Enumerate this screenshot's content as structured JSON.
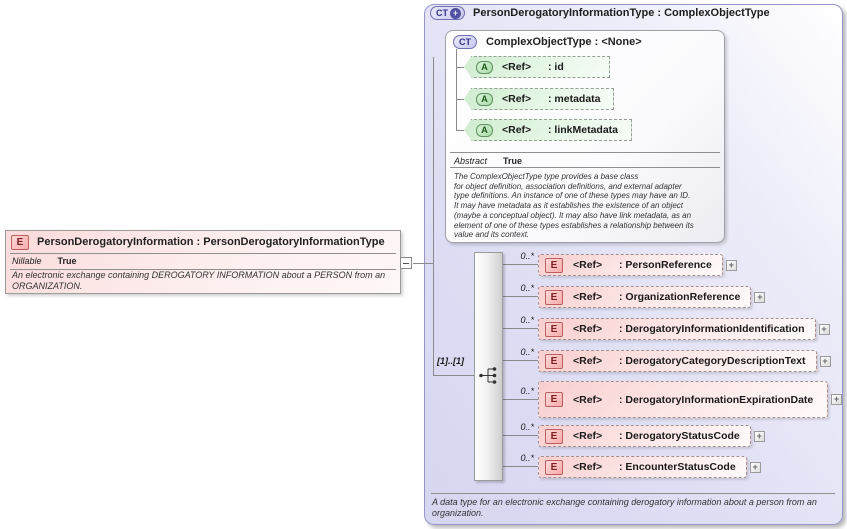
{
  "icons": {
    "element": "E",
    "attribute": "A",
    "complex_type": "CT",
    "plus": "+",
    "expand": "+"
  },
  "colors": {
    "container_fill": "#dbdbf3",
    "container_border": "#9595c8",
    "element_fill": "#f9cfcf",
    "attribute_fill": "#cfeccf",
    "type_icon_fill": "#c9c9ee",
    "line_gray": "#8a8a8a"
  },
  "left_element": {
    "title": "PersonDerogatoryInformation : PersonDerogatoryInformationType",
    "facet_label": "Nillable",
    "facet_value": "True",
    "annotation": "An electronic exchange containing DEROGATORY INFORMATION about a PERSON from an\nORGANIZATION."
  },
  "type_container": {
    "title": "PersonDerogatoryInformationType : ComplexObjectType",
    "sequence_label": "[1]..[1]",
    "annotation": "A data type for an electronic exchange containing derogatory information about a person from an\norganization."
  },
  "base_type": {
    "title": "ComplexObjectType : <None>",
    "facet_label": "Abstract",
    "facet_value": "True",
    "annotation": "The ComplexObjectType type provides a base class\nfor object definition, association definitions, and external adapter\ntype definitions. An instance of one of these types may have an ID.\nIt may have metadata as it establishes the existence of an object\n(maybe a conceptual object). It may also have link metadata, as an\nelement of one of these types establishes a relationship between its\nvalue and its context.",
    "attributes": [
      {
        "ref": "<Ref>",
        "name": ": id"
      },
      {
        "ref": "<Ref>",
        "name": ": metadata"
      },
      {
        "ref": "<Ref>",
        "name": ": linkMetadata"
      }
    ]
  },
  "elements": [
    {
      "cardinality": "0..*",
      "ref": "<Ref>",
      "name": ": PersonReference"
    },
    {
      "cardinality": "0..*",
      "ref": "<Ref>",
      "name": ": OrganizationReference"
    },
    {
      "cardinality": "0..*",
      "ref": "<Ref>",
      "name": ": DerogatoryInformationIdentification"
    },
    {
      "cardinality": "0..*",
      "ref": "<Ref>",
      "name": ": DerogatoryCategoryDescriptionText"
    },
    {
      "cardinality": "0..*",
      "ref": "<Ref>",
      "name": ": DerogatoryInformationExpirationDate"
    },
    {
      "cardinality": "0..*",
      "ref": "<Ref>",
      "name": ": DerogatoryStatusCode"
    },
    {
      "cardinality": "0..*",
      "ref": "<Ref>",
      "name": ": EncounterStatusCode"
    }
  ]
}
